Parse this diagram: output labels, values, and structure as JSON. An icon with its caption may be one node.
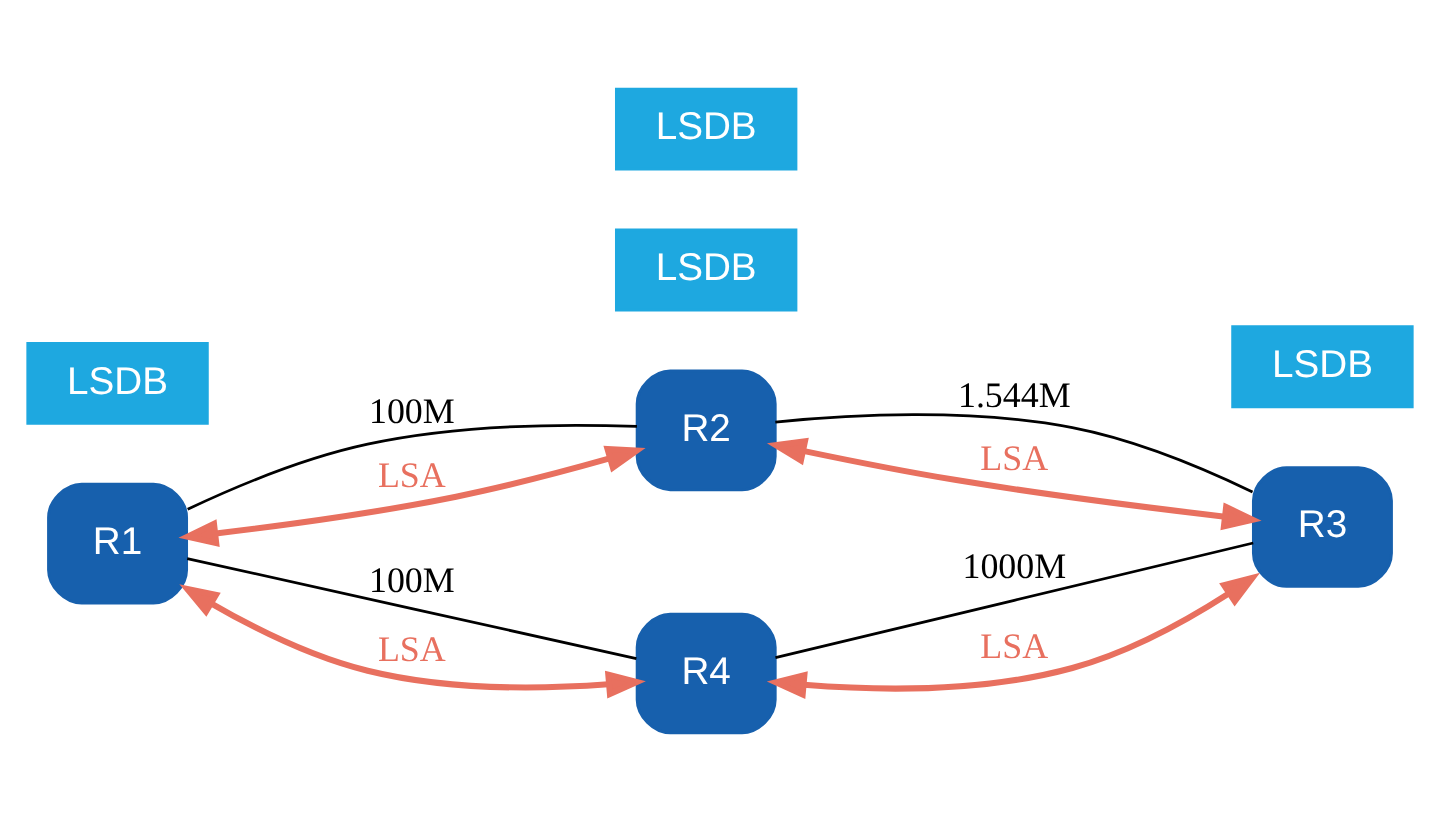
{
  "diagram": {
    "nodes": [
      {
        "text": [
          "R1"
        ]
      },
      {
        "text": [
          "R2"
        ]
      },
      {
        "text": [
          "R3"
        ]
      },
      {
        "text": [
          "R4"
        ]
      },
      {
        "text": [
          "LSDB"
        ]
      },
      {
        "text": [
          "LSDB"
        ]
      },
      {
        "text": [
          "LSDB"
        ]
      },
      {
        "text": [
          "LSDB"
        ]
      }
    ],
    "edges": [
      {
        "from": 0,
        "to": 1,
        "arrow": "none",
        "label": "100M"
      },
      {
        "from": 1,
        "to": 2,
        "arrow": "none",
        "label": "1.544M"
      },
      {
        "from": 0,
        "to": 3,
        "arrow": "none",
        "label": "100M"
      },
      {
        "from": 3,
        "to": 2,
        "arrow": "none",
        "label": "1000M"
      },
      {
        "from": 0,
        "to": 1,
        "arrow": "both",
        "label": "LSA",
        "color": "#e8705f",
        "style": "thick"
      },
      {
        "from": 1,
        "to": 2,
        "arrow": "both",
        "label": "LSA",
        "color": "#e8705f",
        "style": "thick"
      },
      {
        "from": 0,
        "to": 3,
        "arrow": "both",
        "label": "LSA",
        "color": "#e8705f",
        "style": "thick"
      },
      {
        "from": 3,
        "to": 2,
        "arrow": "both",
        "label": "LSA",
        "color": "#e8705f",
        "style": "thick"
      }
    ]
  }
}
